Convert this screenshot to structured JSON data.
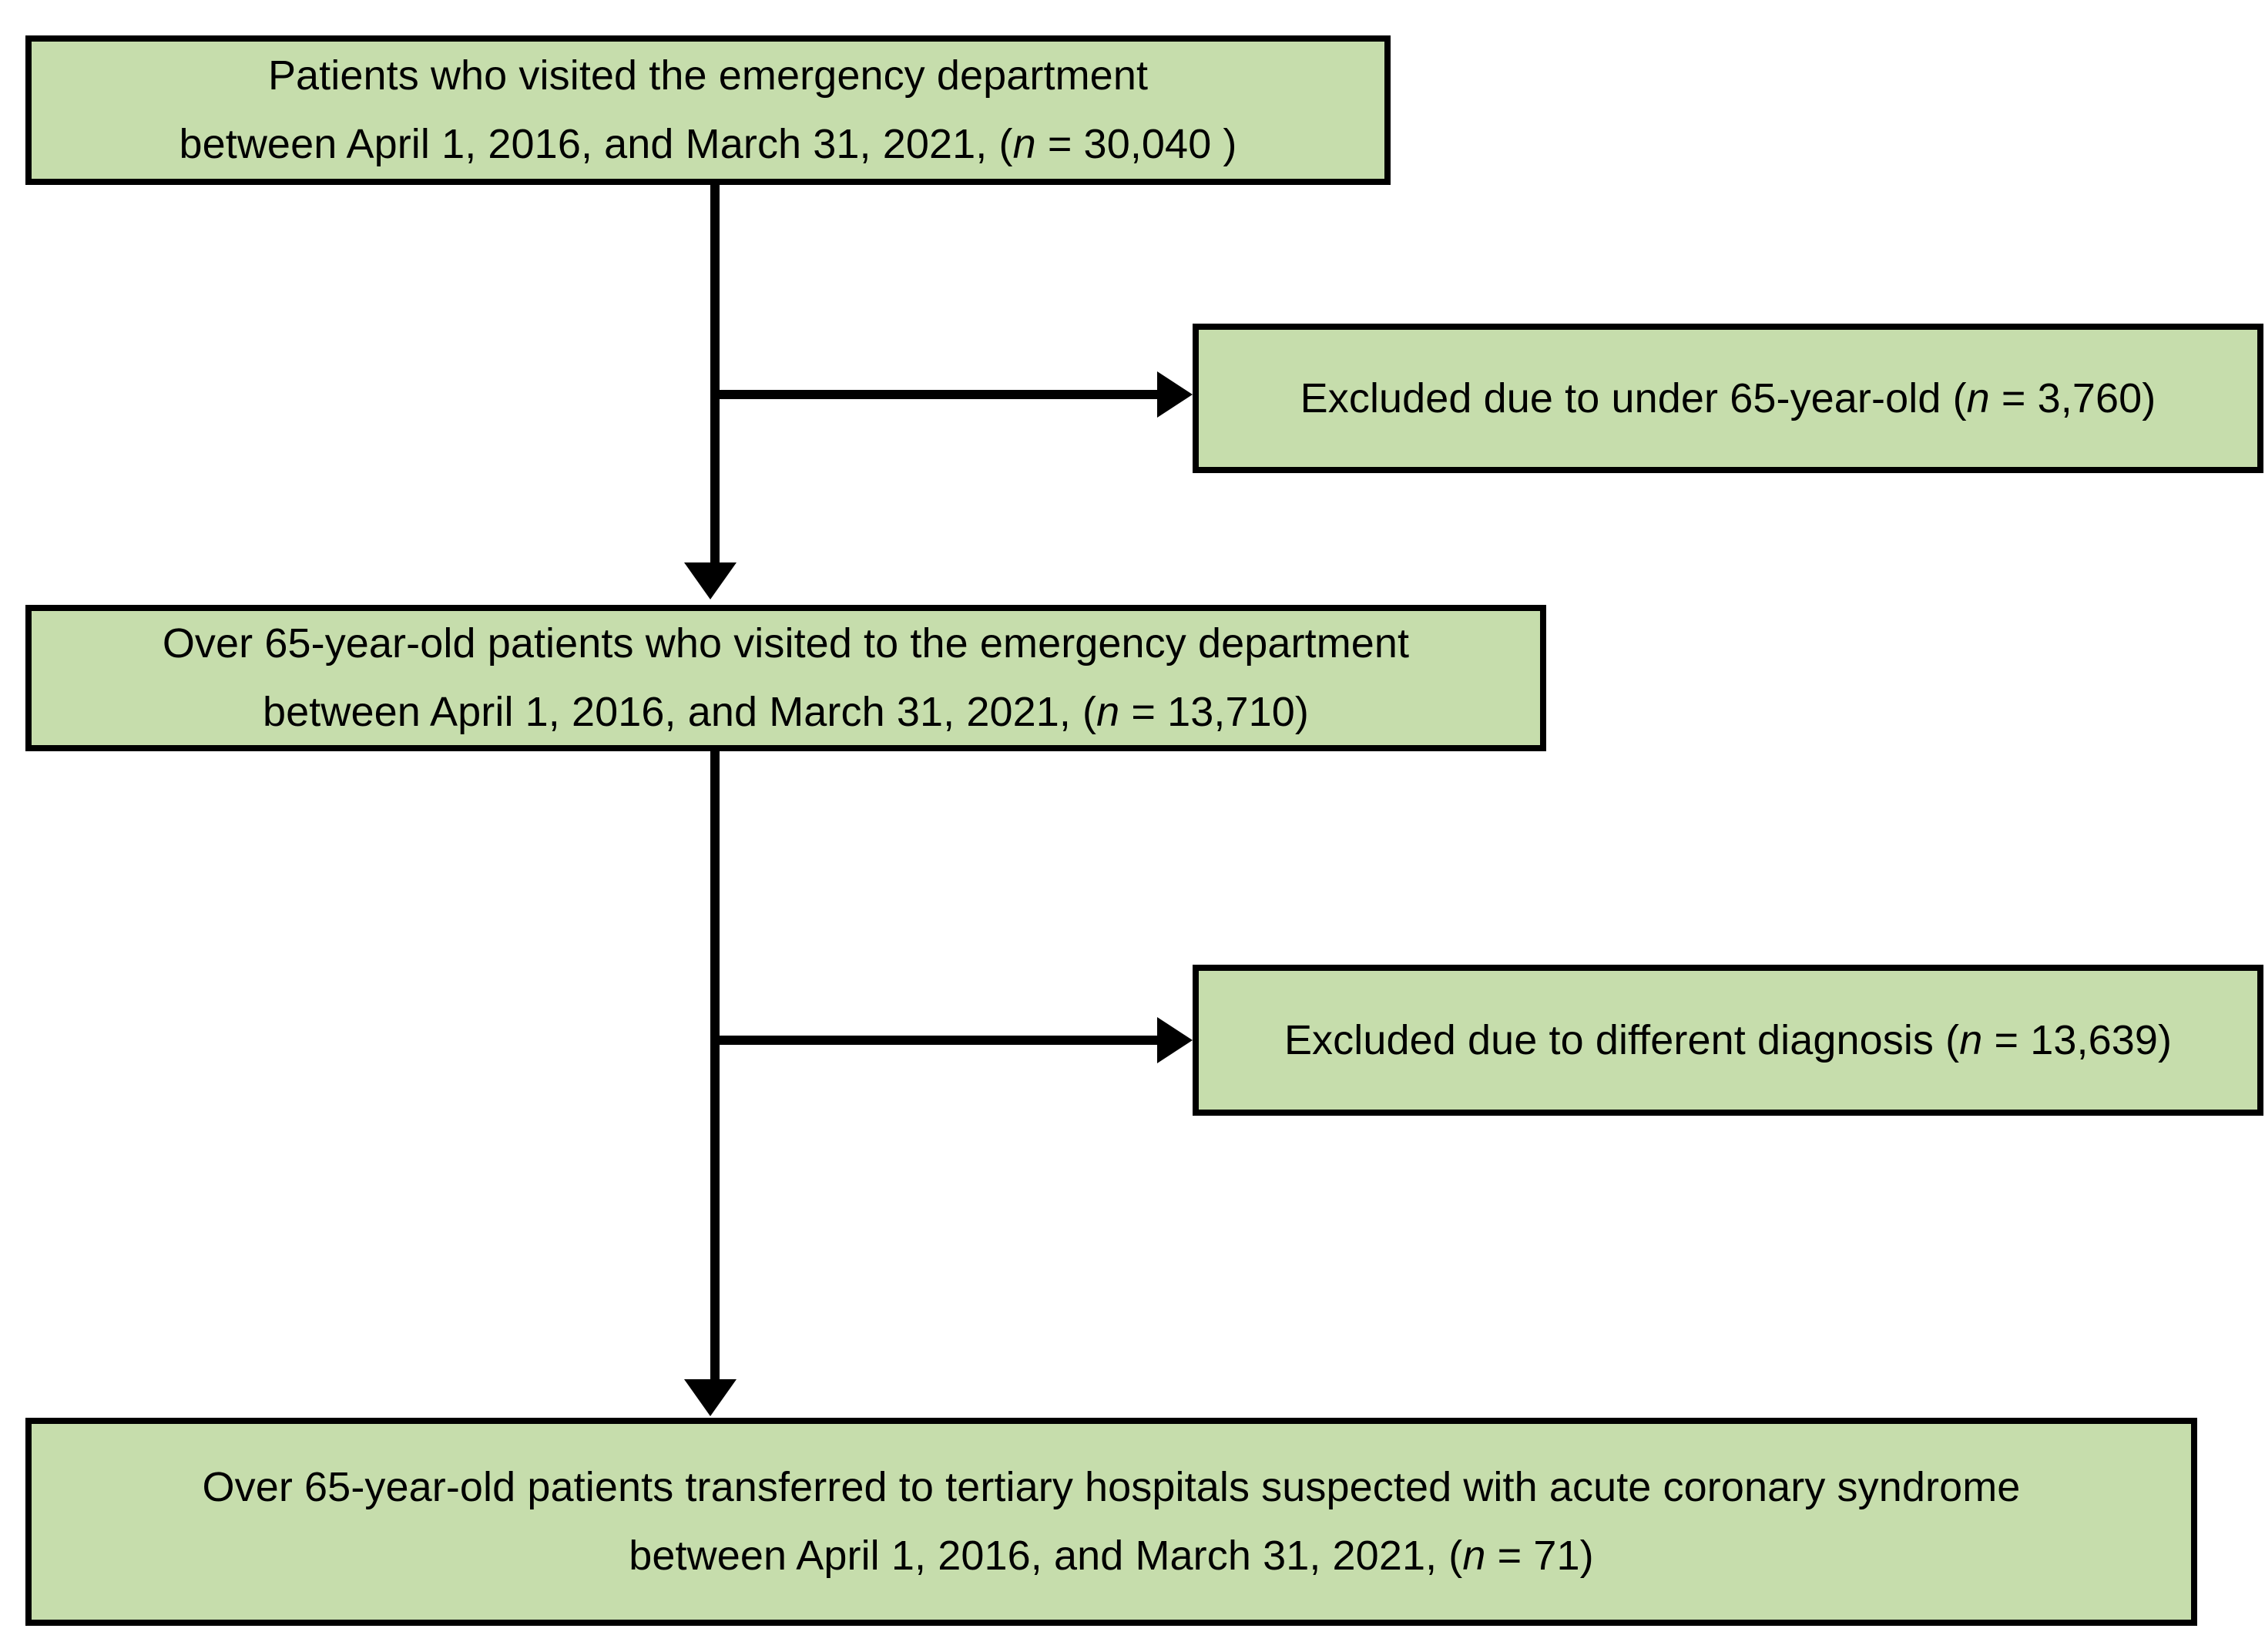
{
  "diagram": {
    "type": "study-flow-diagram",
    "background_color": "#ffffff",
    "box_fill_color": "#c6ddac",
    "box_border_color": "#000000",
    "connector_color": "#000000",
    "nodes": {
      "cohort_all": {
        "name": "all-ed-patients",
        "line1": "Patients who visited the emergency department",
        "line2_prefix": "between April 1, 2016, and March 31, 2021, (",
        "line2_italic": "n",
        "line2_suffix": " = 30,040 )",
        "n": "30,040"
      },
      "excluded_age": {
        "name": "excluded-under-65",
        "prefix": "Excluded due to under 65-year-old (",
        "italic": "n",
        "suffix": " = 3,760)",
        "n": "3,760"
      },
      "cohort_over65": {
        "name": "over-65-ed-patients",
        "line1": "Over 65-year-old patients who visited to the emergency department",
        "line2_prefix": "between April 1, 2016, and March 31, 2021, (",
        "line2_italic": "n",
        "line2_suffix": " = 13,710)",
        "n": "13,710"
      },
      "excluded_diagnosis": {
        "name": "excluded-different-diagnosis",
        "prefix": "Excluded due to different diagnosis (",
        "italic": "n",
        "suffix": " = 13,639)",
        "n": "13,639"
      },
      "cohort_final": {
        "name": "final-transferred-acs-cohort",
        "line1": "Over 65-year-old patients transferred to tertiary hospitals suspected with acute coronary syndrome",
        "line2_prefix": "between April 1, 2016, and March 31, 2021, (",
        "line2_italic": "n",
        "line2_suffix": " = 71)",
        "n": "71"
      }
    },
    "edges": [
      {
        "name": "all-to-over65",
        "from": "cohort_all",
        "to": "cohort_over65",
        "direction": "down"
      },
      {
        "name": "all-to-excluded-age",
        "from": "cohort_all",
        "to": "excluded_age",
        "direction": "right"
      },
      {
        "name": "over65-to-final",
        "from": "cohort_over65",
        "to": "cohort_final",
        "direction": "down"
      },
      {
        "name": "over65-to-excluded-diagnosis",
        "from": "cohort_over65",
        "to": "excluded_diagnosis",
        "direction": "right"
      }
    ]
  }
}
